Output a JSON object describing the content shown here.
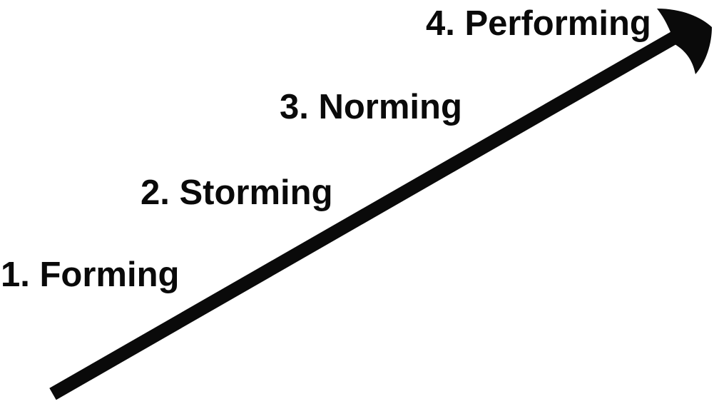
{
  "stages": [
    {
      "label": "1. Forming"
    },
    {
      "label": "2. Storming"
    },
    {
      "label": "3. Norming"
    },
    {
      "label": "4. Performing"
    }
  ],
  "arrow": {
    "icon": "diagonal-up-right-arrow",
    "color": "#0a0a0a"
  },
  "background_color": "#ffffff"
}
